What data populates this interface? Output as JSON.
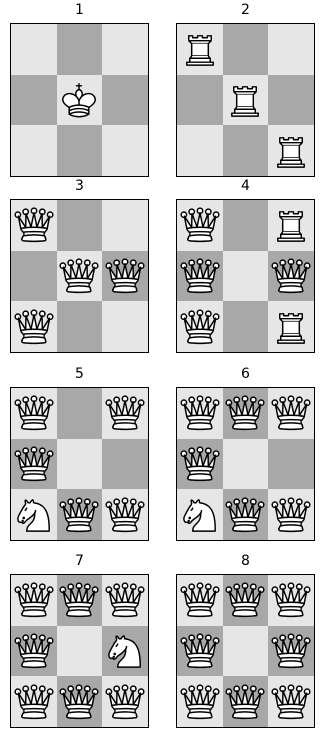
{
  "colors": {
    "light_square": "#e6e6e6",
    "dark_square": "#a8a8a8",
    "piece_fill": "#ffffff",
    "piece_stroke": "#000000"
  },
  "boards": [
    {
      "label": "1",
      "pieces": [
        {
          "row": 1,
          "col": 1,
          "piece": "king"
        }
      ]
    },
    {
      "label": "2",
      "pieces": [
        {
          "row": 0,
          "col": 0,
          "piece": "rook"
        },
        {
          "row": 1,
          "col": 1,
          "piece": "rook"
        },
        {
          "row": 2,
          "col": 2,
          "piece": "rook"
        }
      ]
    },
    {
      "label": "3",
      "pieces": [
        {
          "row": 0,
          "col": 0,
          "piece": "queen"
        },
        {
          "row": 1,
          "col": 1,
          "piece": "queen"
        },
        {
          "row": 1,
          "col": 2,
          "piece": "queen"
        },
        {
          "row": 2,
          "col": 0,
          "piece": "queen"
        }
      ]
    },
    {
      "label": "4",
      "pieces": [
        {
          "row": 0,
          "col": 0,
          "piece": "queen"
        },
        {
          "row": 0,
          "col": 2,
          "piece": "rook"
        },
        {
          "row": 1,
          "col": 0,
          "piece": "queen"
        },
        {
          "row": 1,
          "col": 2,
          "piece": "queen"
        },
        {
          "row": 2,
          "col": 0,
          "piece": "queen"
        },
        {
          "row": 2,
          "col": 2,
          "piece": "rook"
        }
      ]
    },
    {
      "label": "5",
      "pieces": [
        {
          "row": 0,
          "col": 0,
          "piece": "queen"
        },
        {
          "row": 0,
          "col": 2,
          "piece": "queen"
        },
        {
          "row": 1,
          "col": 0,
          "piece": "queen"
        },
        {
          "row": 2,
          "col": 0,
          "piece": "knight"
        },
        {
          "row": 2,
          "col": 1,
          "piece": "queen"
        },
        {
          "row": 2,
          "col": 2,
          "piece": "queen"
        }
      ]
    },
    {
      "label": "6",
      "pieces": [
        {
          "row": 0,
          "col": 0,
          "piece": "queen"
        },
        {
          "row": 0,
          "col": 1,
          "piece": "queen"
        },
        {
          "row": 0,
          "col": 2,
          "piece": "queen"
        },
        {
          "row": 1,
          "col": 0,
          "piece": "queen"
        },
        {
          "row": 2,
          "col": 0,
          "piece": "knight"
        },
        {
          "row": 2,
          "col": 1,
          "piece": "queen"
        },
        {
          "row": 2,
          "col": 2,
          "piece": "queen"
        }
      ]
    },
    {
      "label": "7",
      "pieces": [
        {
          "row": 0,
          "col": 0,
          "piece": "queen"
        },
        {
          "row": 0,
          "col": 1,
          "piece": "queen"
        },
        {
          "row": 0,
          "col": 2,
          "piece": "queen"
        },
        {
          "row": 1,
          "col": 0,
          "piece": "queen"
        },
        {
          "row": 1,
          "col": 2,
          "piece": "knight"
        },
        {
          "row": 2,
          "col": 0,
          "piece": "queen"
        },
        {
          "row": 2,
          "col": 1,
          "piece": "queen"
        },
        {
          "row": 2,
          "col": 2,
          "piece": "queen"
        }
      ]
    },
    {
      "label": "8",
      "pieces": [
        {
          "row": 0,
          "col": 0,
          "piece": "queen"
        },
        {
          "row": 0,
          "col": 1,
          "piece": "queen"
        },
        {
          "row": 0,
          "col": 2,
          "piece": "queen"
        },
        {
          "row": 1,
          "col": 0,
          "piece": "queen"
        },
        {
          "row": 1,
          "col": 2,
          "piece": "queen"
        },
        {
          "row": 2,
          "col": 0,
          "piece": "queen"
        },
        {
          "row": 2,
          "col": 1,
          "piece": "queen"
        },
        {
          "row": 2,
          "col": 2,
          "piece": "queen"
        }
      ]
    }
  ]
}
